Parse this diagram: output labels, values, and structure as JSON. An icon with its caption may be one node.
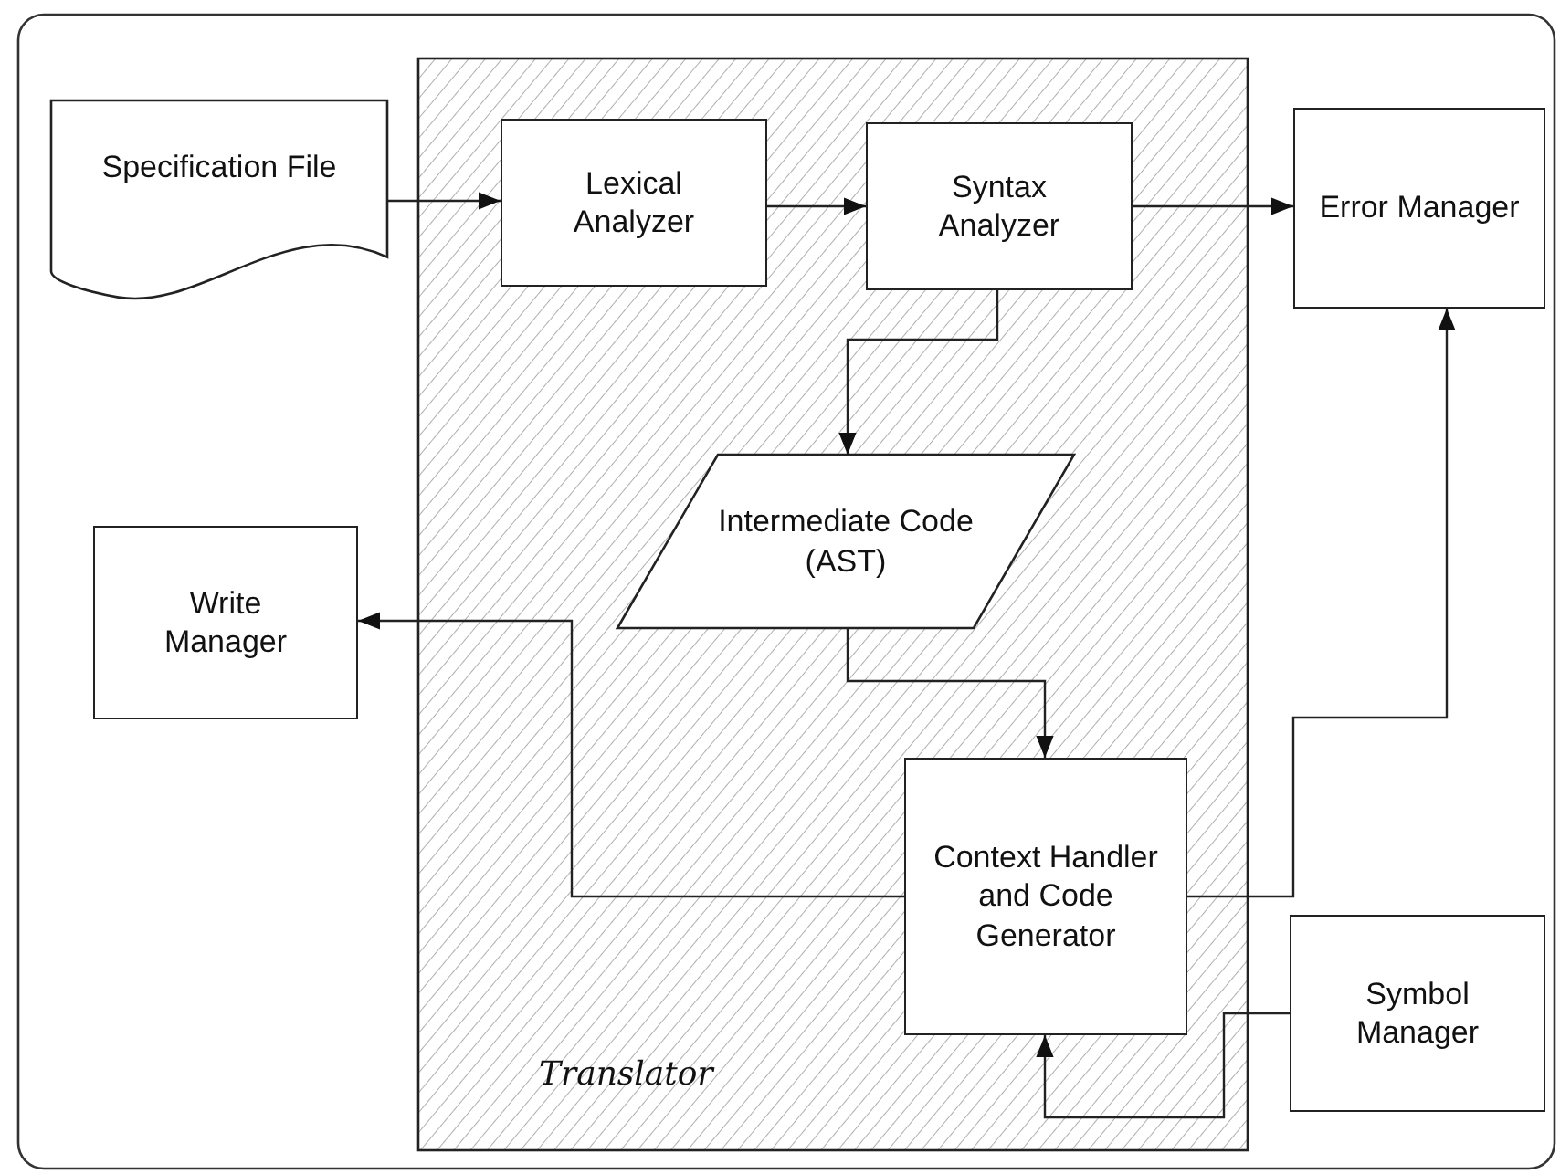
{
  "diagram": {
    "nodes": [
      {
        "text": [
          "Translator"
        ]
      },
      {
        "text": [
          "Specification File"
        ]
      },
      {
        "text": [
          "Lexical Analyzer"
        ],
        "in": 0
      },
      {
        "text": [
          "Syntax Analyzer"
        ],
        "in": 0
      },
      {
        "text": [
          "Error Manager"
        ]
      },
      {
        "text": [
          "Intermediate Code (AST)"
        ],
        "in": 0
      },
      {
        "text": [
          "Write Manager"
        ]
      },
      {
        "text": [
          "Context Handler and Code Generator"
        ],
        "in": 0
      },
      {
        "text": [
          "Symbol Manager"
        ]
      }
    ],
    "edges": [
      {
        "from": 1,
        "to": 2,
        "arrow": "to"
      },
      {
        "from": 2,
        "to": 3,
        "arrow": "to"
      },
      {
        "from": 3,
        "to": 4,
        "arrow": "to"
      },
      {
        "from": 3,
        "to": 5,
        "arrow": "to"
      },
      {
        "from": 5,
        "to": 7,
        "arrow": "to"
      },
      {
        "from": 7,
        "to": 6,
        "arrow": "to"
      },
      {
        "from": 7,
        "to": 4,
        "arrow": "to"
      },
      {
        "from": 8,
        "to": 7,
        "arrow": "to"
      }
    ]
  }
}
